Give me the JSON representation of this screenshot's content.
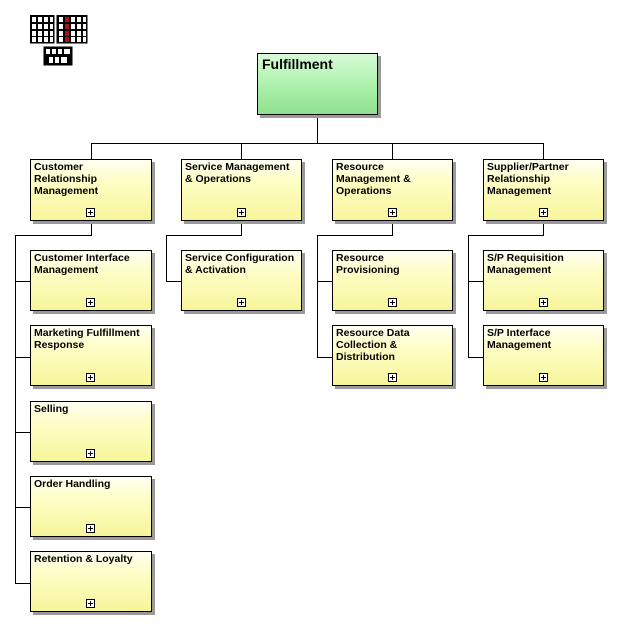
{
  "root": {
    "label": "Fulfillment"
  },
  "level1": [
    {
      "label": "Customer\nRelationship\nManagement"
    },
    {
      "label": "Service Management\n& Operations"
    },
    {
      "label": "Resource\nManagement &\nOperations"
    },
    {
      "label": "Supplier/Partner\nRelationship\nManagement"
    }
  ],
  "crm_children": [
    {
      "label": "Customer Interface\nManagement"
    },
    {
      "label": "Marketing Fulfillment\nResponse"
    },
    {
      "label": "Selling"
    },
    {
      "label": "Order Handling"
    },
    {
      "label": "Retention & Loyalty"
    }
  ],
  "smo_children": [
    {
      "label": "Service Configuration\n& Activation"
    }
  ],
  "rmo_children": [
    {
      "label": "Resource\nProvisioning"
    },
    {
      "label": "Resource Data\nCollection &\nDistribution"
    }
  ],
  "sprm_children": [
    {
      "label": "S/P Requisition\nManagement"
    },
    {
      "label": "S/P Interface\nManagement"
    }
  ],
  "colors": {
    "root_fill": "#8fe08f",
    "box_fill": "#f7f59a",
    "logo_red": "#b01010"
  }
}
